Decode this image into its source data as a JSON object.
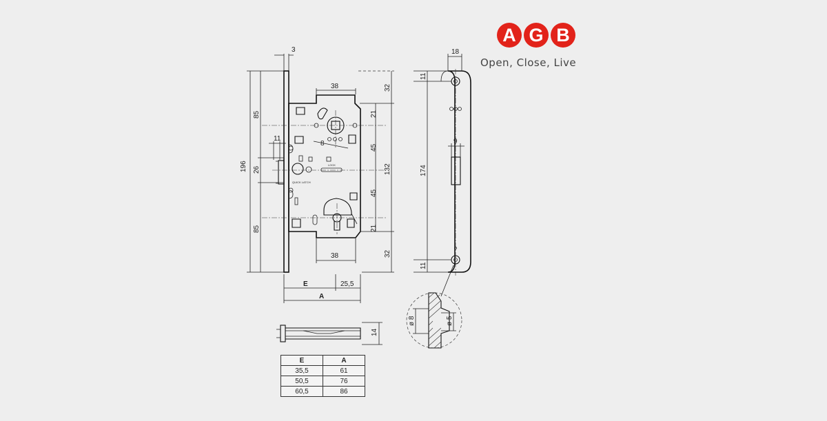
{
  "brand": {
    "logo_letters": [
      "A",
      "G",
      "B"
    ],
    "tagline": "Open, Close, Live",
    "color": "#e2231a"
  },
  "dimensions": {
    "faceplate_thickness": "3",
    "height_total": "196",
    "upper_85": "85",
    "lower_85": "85",
    "latch_26": "26",
    "offset_11": "11",
    "top_38": "38",
    "bottom_38": "38",
    "right_32_top": "32",
    "right_32_bottom": "32",
    "right_21_top": "21",
    "right_21_bottom": "21",
    "right_45_top": "45",
    "right_45_bottom": "45",
    "right_132": "132",
    "spindle_8": "8",
    "backset_E": "E",
    "dim_25_5": "25,5",
    "width_A": "A",
    "side_18": "18",
    "side_11_top": "11",
    "side_11_bottom": "11",
    "side_174": "174",
    "side_9": "9",
    "detail_d8": "ø 8",
    "detail_d5": "ø 5",
    "depth_14": "14",
    "label_quick_latch": "QUICK LATCH",
    "label_lock": "LOCK"
  },
  "table": {
    "headers": [
      "E",
      "A"
    ],
    "rows": [
      [
        "35,5",
        "61"
      ],
      [
        "50,5",
        "76"
      ],
      [
        "60,5",
        "86"
      ]
    ]
  }
}
